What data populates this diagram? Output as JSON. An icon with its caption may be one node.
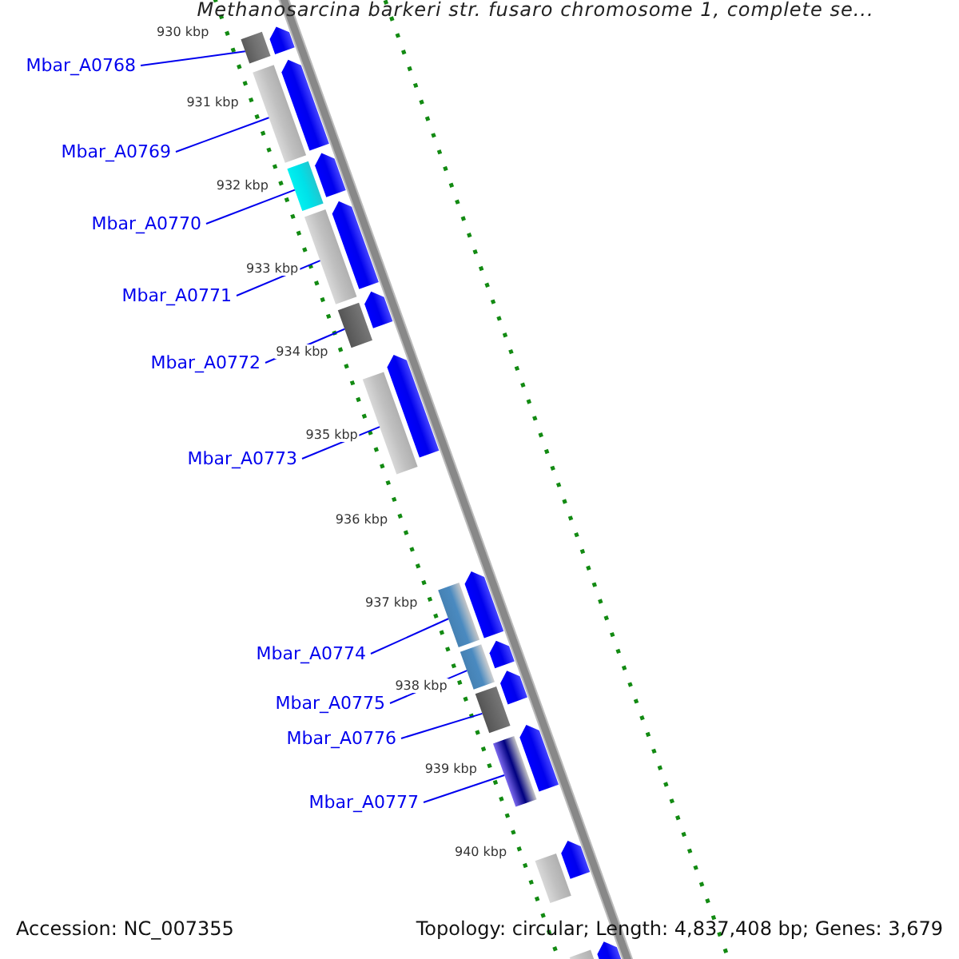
{
  "diagram": {
    "title": "Methanosarcina barkeri str. fusaro chromosome 1, complete se...",
    "nodes": [
      {
        "text": [
          "Mbar_A0768"
        ]
      },
      {
        "text": [
          "Mbar_A0769"
        ]
      },
      {
        "text": [
          "Mbar_A0770"
        ]
      },
      {
        "text": [
          "Mbar_A0771"
        ]
      },
      {
        "text": [
          "Mbar_A0772"
        ]
      },
      {
        "text": [
          "Mbar_A0773"
        ]
      },
      {
        "text": [
          "Mbar_A0774"
        ]
      },
      {
        "text": [
          "Mbar_A0775"
        ]
      },
      {
        "text": [
          "Mbar_A0776"
        ]
      },
      {
        "text": [
          "Mbar_A0777"
        ]
      },
      {
        "text": [],
        "shape": "bar"
      },
      {
        "text": [],
        "shape": "bar"
      },
      {
        "text": [],
        "shape": "bar"
      },
      {
        "text": [],
        "shape": "bar"
      },
      {
        "text": [],
        "shape": "bar"
      },
      {
        "text": [],
        "shape": "bar"
      },
      {
        "text": [],
        "shape": "bar"
      },
      {
        "text": [],
        "shape": "bar"
      },
      {
        "text": [],
        "shape": "bar"
      },
      {
        "text": [],
        "shape": "bar"
      },
      {
        "text": [],
        "shape": "arrow"
      },
      {
        "text": [],
        "shape": "arrow"
      },
      {
        "text": [],
        "shape": "arrow"
      },
      {
        "text": [],
        "shape": "arrow"
      },
      {
        "text": [],
        "shape": "arrow"
      },
      {
        "text": [],
        "shape": "arrow"
      },
      {
        "text": [],
        "shape": "arrow"
      },
      {
        "text": [],
        "shape": "arrow"
      },
      {
        "text": [],
        "shape": "arrow"
      },
      {
        "text": [],
        "shape": "arrow"
      },
      {
        "text": [],
        "shape": "arrow"
      },
      {
        "text": [],
        "shape": "arrow"
      },
      {
        "text": [],
        "shape": "bar"
      },
      {
        "text": [],
        "shape": "bar"
      }
    ],
    "edges": [
      {
        "from": 0,
        "to": 10,
        "arrow": "none"
      },
      {
        "from": 1,
        "to": 11,
        "arrow": "none"
      },
      {
        "from": 2,
        "to": 12,
        "arrow": "none"
      },
      {
        "from": 3,
        "to": 13,
        "arrow": "none"
      },
      {
        "from": 4,
        "to": 14,
        "arrow": "none"
      },
      {
        "from": 5,
        "to": 15,
        "arrow": "none"
      },
      {
        "from": 6,
        "to": 16,
        "arrow": "none"
      },
      {
        "from": 7,
        "to": 17,
        "arrow": "none"
      },
      {
        "from": 8,
        "to": 18,
        "arrow": "none"
      },
      {
        "from": 9,
        "to": 19,
        "arrow": "none"
      }
    ],
    "labels": [
      "930 kbp",
      "931 kbp",
      "932 kbp",
      "933 kbp",
      "934 kbp",
      "935 kbp",
      "936 kbp",
      "937 kbp",
      "938 kbp",
      "939 kbp",
      "940 kbp",
      "Accession: NC_007355",
      "Topology: circular; Length: 4,837,408 bp; Genes: 3,679"
    ]
  }
}
